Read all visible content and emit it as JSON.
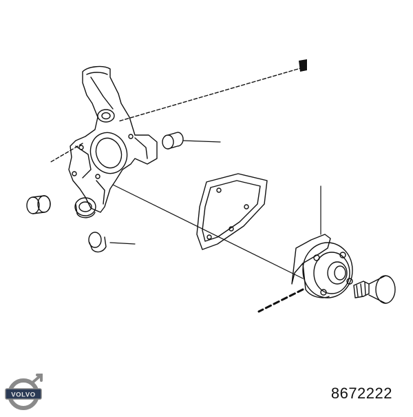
{
  "diagram": {
    "part_number": "8672222",
    "logo_text": "VOLVO",
    "colors": {
      "line": "#111111",
      "background": "#ffffff"
    },
    "components": [
      "steering-knuckle",
      "bushing-upper",
      "bushing-left",
      "bushing-lower",
      "seal-ring",
      "dust-shield",
      "wheel-hub",
      "wheel-bolt"
    ]
  }
}
